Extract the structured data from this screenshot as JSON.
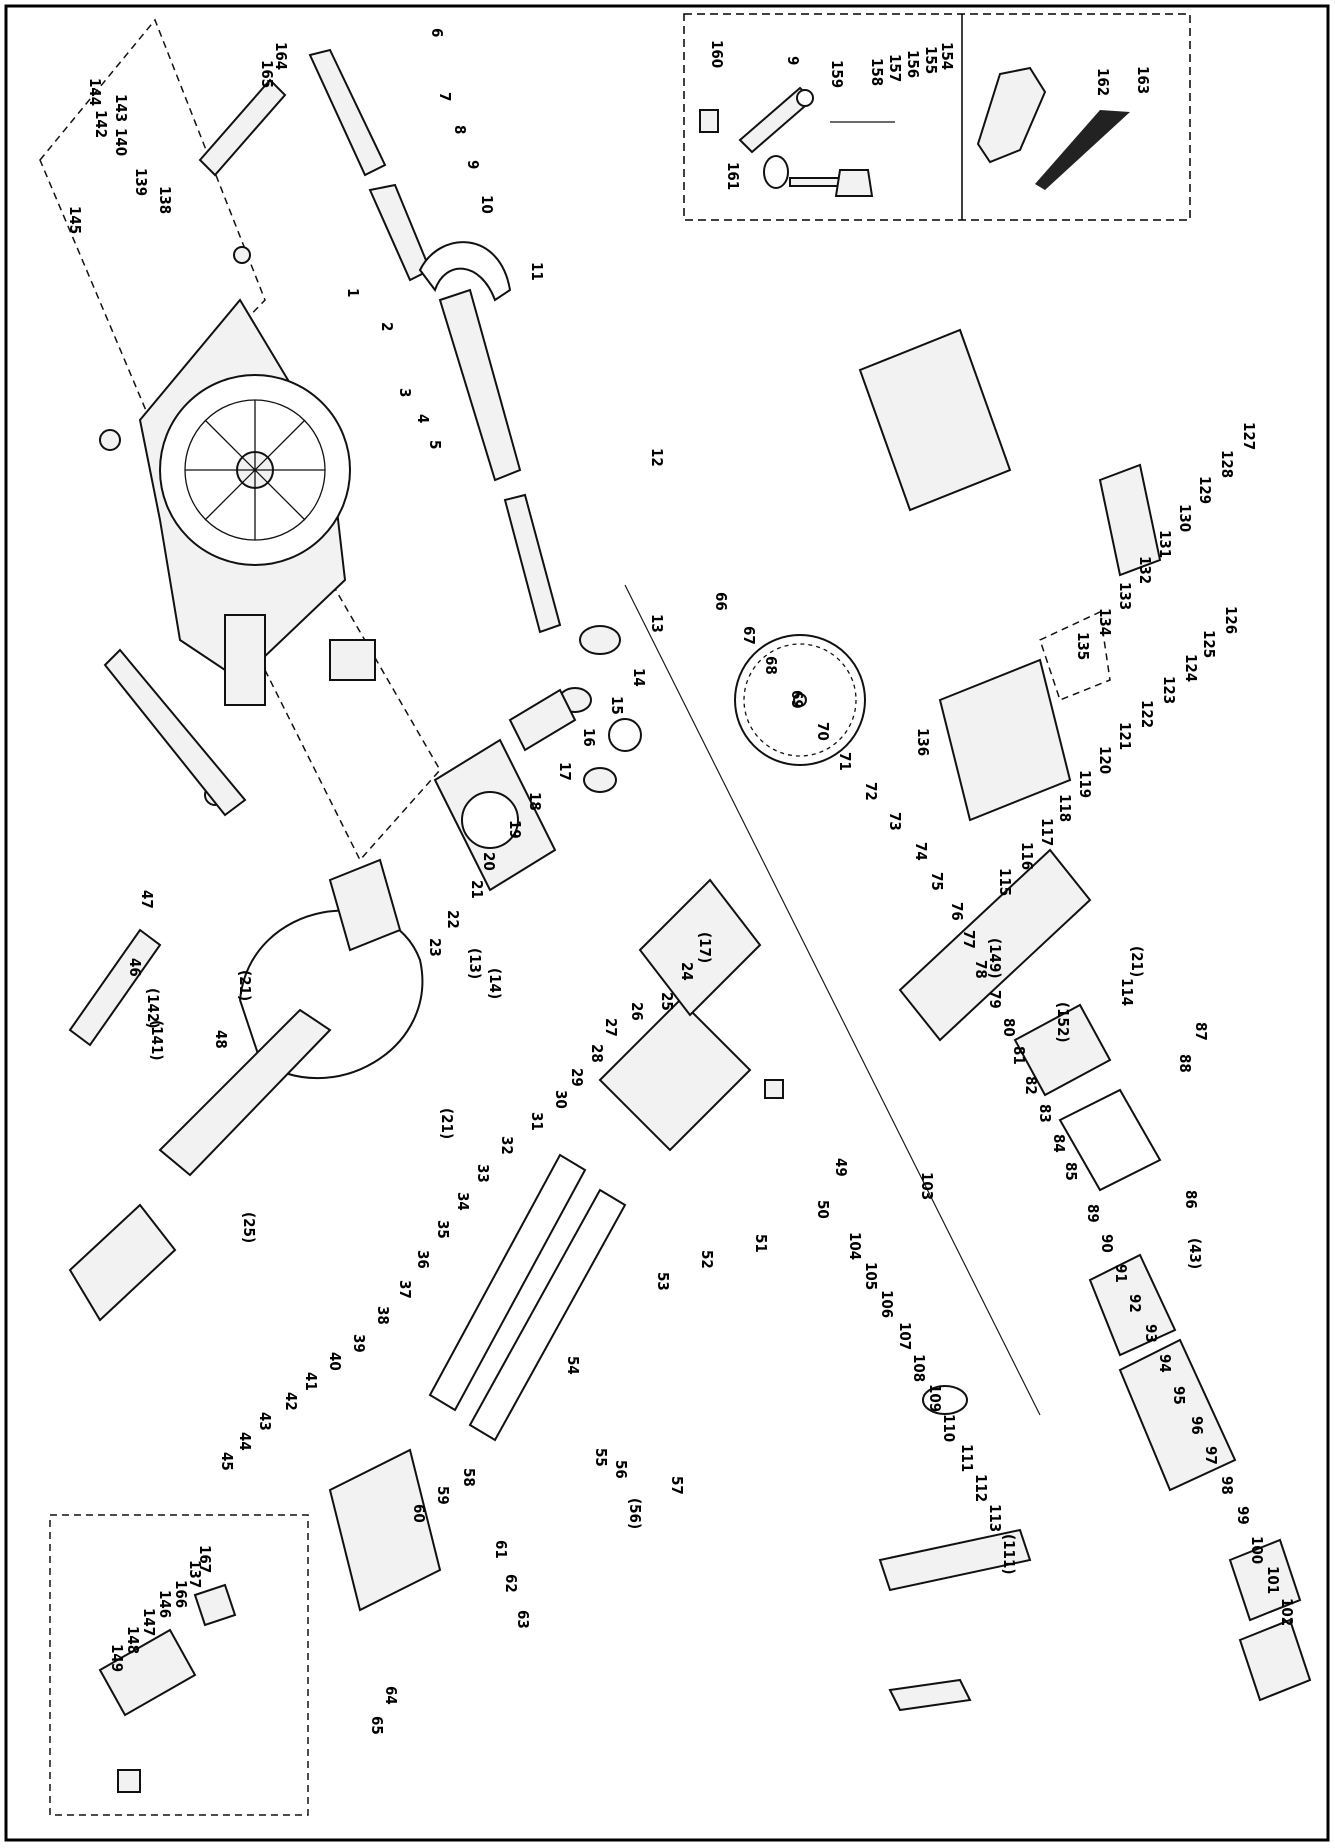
{
  "diagram": {
    "labels": [
      {
        "id": "p1",
        "text": "1"
      },
      {
        "id": "p2",
        "text": "2"
      },
      {
        "id": "p3",
        "text": "3"
      },
      {
        "id": "p4",
        "text": "4"
      },
      {
        "id": "p5",
        "text": "5"
      },
      {
        "id": "p6",
        "text": "6"
      },
      {
        "id": "p7",
        "text": "7"
      },
      {
        "id": "p8",
        "text": "8"
      },
      {
        "id": "p9",
        "text": "9"
      },
      {
        "id": "p10",
        "text": "10"
      },
      {
        "id": "p11",
        "text": "11"
      },
      {
        "id": "p12",
        "text": "12"
      },
      {
        "id": "p13",
        "text": "13"
      },
      {
        "id": "p14",
        "text": "14"
      },
      {
        "id": "p15",
        "text": "15"
      },
      {
        "id": "p16",
        "text": "16"
      },
      {
        "id": "p17",
        "text": "17"
      },
      {
        "id": "p18",
        "text": "18"
      },
      {
        "id": "p19",
        "text": "19"
      },
      {
        "id": "p20",
        "text": "20"
      },
      {
        "id": "p21",
        "text": "21"
      },
      {
        "id": "p22",
        "text": "22"
      },
      {
        "id": "p23",
        "text": "23"
      },
      {
        "id": "p24",
        "text": "24"
      },
      {
        "id": "p25",
        "text": "25"
      },
      {
        "id": "p26",
        "text": "26"
      },
      {
        "id": "p27",
        "text": "27"
      },
      {
        "id": "p28",
        "text": "28"
      },
      {
        "id": "p29",
        "text": "29"
      },
      {
        "id": "p30",
        "text": "30"
      },
      {
        "id": "p31",
        "text": "31"
      },
      {
        "id": "p32",
        "text": "32"
      },
      {
        "id": "p33",
        "text": "33"
      },
      {
        "id": "p34",
        "text": "34"
      },
      {
        "id": "p35",
        "text": "35"
      },
      {
        "id": "p36",
        "text": "36"
      },
      {
        "id": "p37",
        "text": "37"
      },
      {
        "id": "p38",
        "text": "38"
      },
      {
        "id": "p39",
        "text": "39"
      },
      {
        "id": "p40",
        "text": "40"
      },
      {
        "id": "p41",
        "text": "41"
      },
      {
        "id": "p42",
        "text": "42"
      },
      {
        "id": "p43",
        "text": "43"
      },
      {
        "id": "p44",
        "text": "44"
      },
      {
        "id": "p45",
        "text": "45"
      },
      {
        "id": "p46",
        "text": "46"
      },
      {
        "id": "p47",
        "text": "47"
      },
      {
        "id": "p48",
        "text": "48"
      },
      {
        "id": "p49",
        "text": "49"
      },
      {
        "id": "p50",
        "text": "50"
      },
      {
        "id": "p51",
        "text": "51"
      },
      {
        "id": "p52",
        "text": "52"
      },
      {
        "id": "p53",
        "text": "53"
      },
      {
        "id": "p54",
        "text": "54"
      },
      {
        "id": "p55",
        "text": "55"
      },
      {
        "id": "p56",
        "text": "56"
      },
      {
        "id": "p57",
        "text": "57"
      },
      {
        "id": "p58",
        "text": "58"
      },
      {
        "id": "p59",
        "text": "59"
      },
      {
        "id": "p60",
        "text": "60"
      },
      {
        "id": "p61",
        "text": "61"
      },
      {
        "id": "p62",
        "text": "62"
      },
      {
        "id": "p63",
        "text": "63"
      },
      {
        "id": "p64",
        "text": "64"
      },
      {
        "id": "p65",
        "text": "65"
      },
      {
        "id": "p66",
        "text": "66"
      },
      {
        "id": "p67",
        "text": "67"
      },
      {
        "id": "p68",
        "text": "68"
      },
      {
        "id": "p69",
        "text": "69"
      },
      {
        "id": "p70",
        "text": "70"
      },
      {
        "id": "p71",
        "text": "71"
      },
      {
        "id": "p72",
        "text": "72"
      },
      {
        "id": "p73",
        "text": "73"
      },
      {
        "id": "p74",
        "text": "74"
      },
      {
        "id": "p75",
        "text": "75"
      },
      {
        "id": "p76",
        "text": "76"
      },
      {
        "id": "p77",
        "text": "77"
      },
      {
        "id": "p78",
        "text": "78"
      },
      {
        "id": "p79",
        "text": "79"
      },
      {
        "id": "p80",
        "text": "80"
      },
      {
        "id": "p81",
        "text": "81"
      },
      {
        "id": "p82",
        "text": "82"
      },
      {
        "id": "p83",
        "text": "83"
      },
      {
        "id": "p84",
        "text": "84"
      },
      {
        "id": "p85",
        "text": "85"
      },
      {
        "id": "p86",
        "text": "86"
      },
      {
        "id": "p87",
        "text": "87"
      },
      {
        "id": "p88",
        "text": "88"
      },
      {
        "id": "p89",
        "text": "89"
      },
      {
        "id": "p90",
        "text": "90"
      },
      {
        "id": "p91",
        "text": "91"
      },
      {
        "id": "p92",
        "text": "92"
      },
      {
        "id": "p93",
        "text": "93"
      },
      {
        "id": "p94",
        "text": "94"
      },
      {
        "id": "p95",
        "text": "95"
      },
      {
        "id": "p96",
        "text": "96"
      },
      {
        "id": "p97",
        "text": "97"
      },
      {
        "id": "p98",
        "text": "98"
      },
      {
        "id": "p99",
        "text": "99"
      },
      {
        "id": "p100",
        "text": "100"
      },
      {
        "id": "p101",
        "text": "101"
      },
      {
        "id": "p102",
        "text": "102"
      },
      {
        "id": "p103",
        "text": "103"
      },
      {
        "id": "p104",
        "text": "104"
      },
      {
        "id": "p105",
        "text": "105"
      },
      {
        "id": "p106",
        "text": "106"
      },
      {
        "id": "p107",
        "text": "107"
      },
      {
        "id": "p108",
        "text": "108"
      },
      {
        "id": "p109",
        "text": "109"
      },
      {
        "id": "p110",
        "text": "110"
      },
      {
        "id": "p111",
        "text": "111"
      },
      {
        "id": "p112",
        "text": "112"
      },
      {
        "id": "p113",
        "text": "113"
      },
      {
        "id": "p114",
        "text": "114"
      },
      {
        "id": "p115",
        "text": "115"
      },
      {
        "id": "p116",
        "text": "116"
      },
      {
        "id": "p117",
        "text": "117"
      },
      {
        "id": "p118",
        "text": "118"
      },
      {
        "id": "p119",
        "text": "119"
      },
      {
        "id": "p120",
        "text": "120"
      },
      {
        "id": "p121",
        "text": "121"
      },
      {
        "id": "p122",
        "text": "122"
      },
      {
        "id": "p123",
        "text": "123"
      },
      {
        "id": "p124",
        "text": "124"
      },
      {
        "id": "p125",
        "text": "125"
      },
      {
        "id": "p126",
        "text": "126"
      },
      {
        "id": "p127",
        "text": "127"
      },
      {
        "id": "p128",
        "text": "128"
      },
      {
        "id": "p129",
        "text": "129"
      },
      {
        "id": "p130",
        "text": "130"
      },
      {
        "id": "p131",
        "text": "131"
      },
      {
        "id": "p132",
        "text": "132"
      },
      {
        "id": "p133",
        "text": "133"
      },
      {
        "id": "p134",
        "text": "134"
      },
      {
        "id": "p135",
        "text": "135"
      },
      {
        "id": "p136",
        "text": "136"
      },
      {
        "id": "p137",
        "text": "137"
      },
      {
        "id": "p138",
        "text": "138"
      },
      {
        "id": "p139",
        "text": "139"
      },
      {
        "id": "p140",
        "text": "140"
      },
      {
        "id": "p142",
        "text": "142"
      },
      {
        "id": "p143",
        "text": "143"
      },
      {
        "id": "p144",
        "text": "144"
      },
      {
        "id": "p145",
        "text": "145"
      },
      {
        "id": "p146",
        "text": "146"
      },
      {
        "id": "p147",
        "text": "147"
      },
      {
        "id": "p148",
        "text": "148"
      },
      {
        "id": "p149",
        "text": "149"
      },
      {
        "id": "p154",
        "text": "154"
      },
      {
        "id": "p155",
        "text": "155"
      },
      {
        "id": "p156",
        "text": "156"
      },
      {
        "id": "p157",
        "text": "157"
      },
      {
        "id": "p158",
        "text": "158"
      },
      {
        "id": "p159",
        "text": "159"
      },
      {
        "id": "p160",
        "text": "160"
      },
      {
        "id": "p161",
        "text": "161"
      },
      {
        "id": "p162",
        "text": "162"
      },
      {
        "id": "p163",
        "text": "163"
      },
      {
        "id": "p164",
        "text": "164"
      },
      {
        "id": "p165",
        "text": "165"
      },
      {
        "id": "p166",
        "text": "166"
      },
      {
        "id": "p167",
        "text": "167"
      },
      {
        "id": "r13",
        "text": "(13)"
      },
      {
        "id": "r14",
        "text": "(14)"
      },
      {
        "id": "r17",
        "text": "(17)"
      },
      {
        "id": "r21a",
        "text": "(21)"
      },
      {
        "id": "r21b",
        "text": "(21)"
      },
      {
        "id": "r21c",
        "text": "(21)"
      },
      {
        "id": "r25",
        "text": "(25)"
      },
      {
        "id": "r43",
        "text": "(43)"
      },
      {
        "id": "r56",
        "text": "(56)"
      },
      {
        "id": "r141",
        "text": "(141)"
      },
      {
        "id": "r142",
        "text": "(142)"
      },
      {
        "id": "r152",
        "text": "(152)"
      },
      {
        "id": "r111",
        "text": "(111)"
      },
      {
        "id": "r149",
        "text": "(149)"
      },
      {
        "id": "r9",
        "text": "9"
      }
    ]
  }
}
